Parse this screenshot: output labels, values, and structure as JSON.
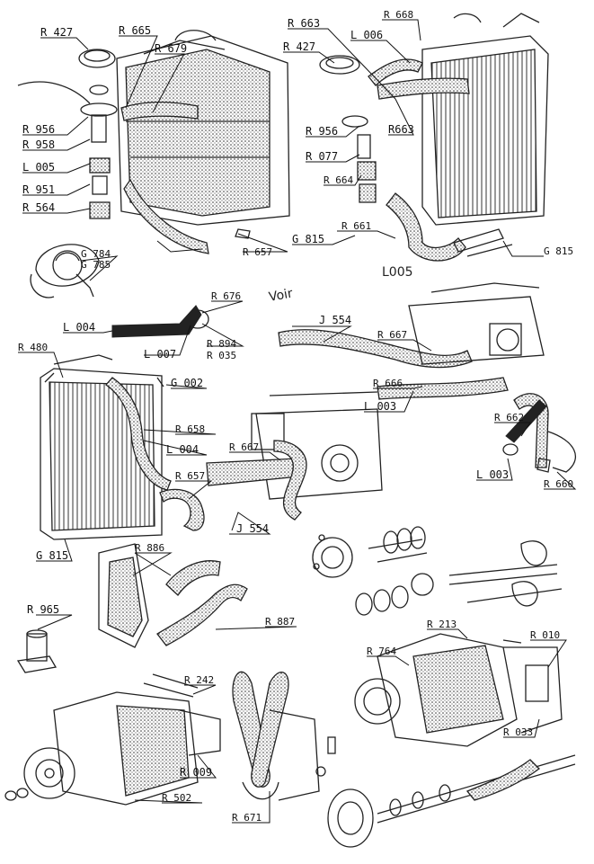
{
  "labels": {
    "r427_a": "R 427",
    "r665": "R 665",
    "r679": "R 679",
    "r956_a": "R 956",
    "r958": "R 958",
    "l005_a": "L 005",
    "r951": "R 951",
    "r564": "R 564",
    "r663_a": "R 663",
    "r668": "R 668",
    "r427_b": "R 427",
    "l006": "L 006",
    "r956_b": "R 956",
    "r663_b": "R663",
    "r077": "R 077",
    "r664": "R 664",
    "r661": "R 661",
    "g815_a": "G 815",
    "g815_b": "G 815",
    "r657_a": "R 657",
    "l005_b": "L005",
    "g784": "G 784",
    "g785": "G 785",
    "r676": "R 676",
    "l004_a": "L 004",
    "l007": "L 007",
    "r894": "R 894",
    "r035": "R 035",
    "j554_a": "J 554",
    "r667_a": "R 667",
    "r480": "R 480",
    "g002": "G 002",
    "r666": "R 666",
    "l003_a": "L 003",
    "r658": "R 658",
    "l004_b": "L 004",
    "r662": "R 662",
    "r667_b": "R 667",
    "r657_b": "R 657",
    "l003_b": "L 003",
    "r660": "R 660",
    "j554_b": "J 554",
    "g815_c": "G 815",
    "r886": "R 886",
    "r965": "R 965",
    "r887": "R 887",
    "r213": "R 213",
    "r764": "R 764",
    "r010": "R 010",
    "r033": "R 033",
    "r242": "R 242",
    "r009": "R 009",
    "r502": "R 502",
    "r671": "R 671",
    "note": "Voir"
  },
  "colors": {
    "ink": "#111111",
    "paper": "#ffffff"
  },
  "icons": [
    "radiator-icon",
    "hose-icon",
    "water-pump-icon",
    "fan-belt-icon",
    "temperature-gauge-icon",
    "thermostat-icon",
    "fan-pulley-icon"
  ]
}
